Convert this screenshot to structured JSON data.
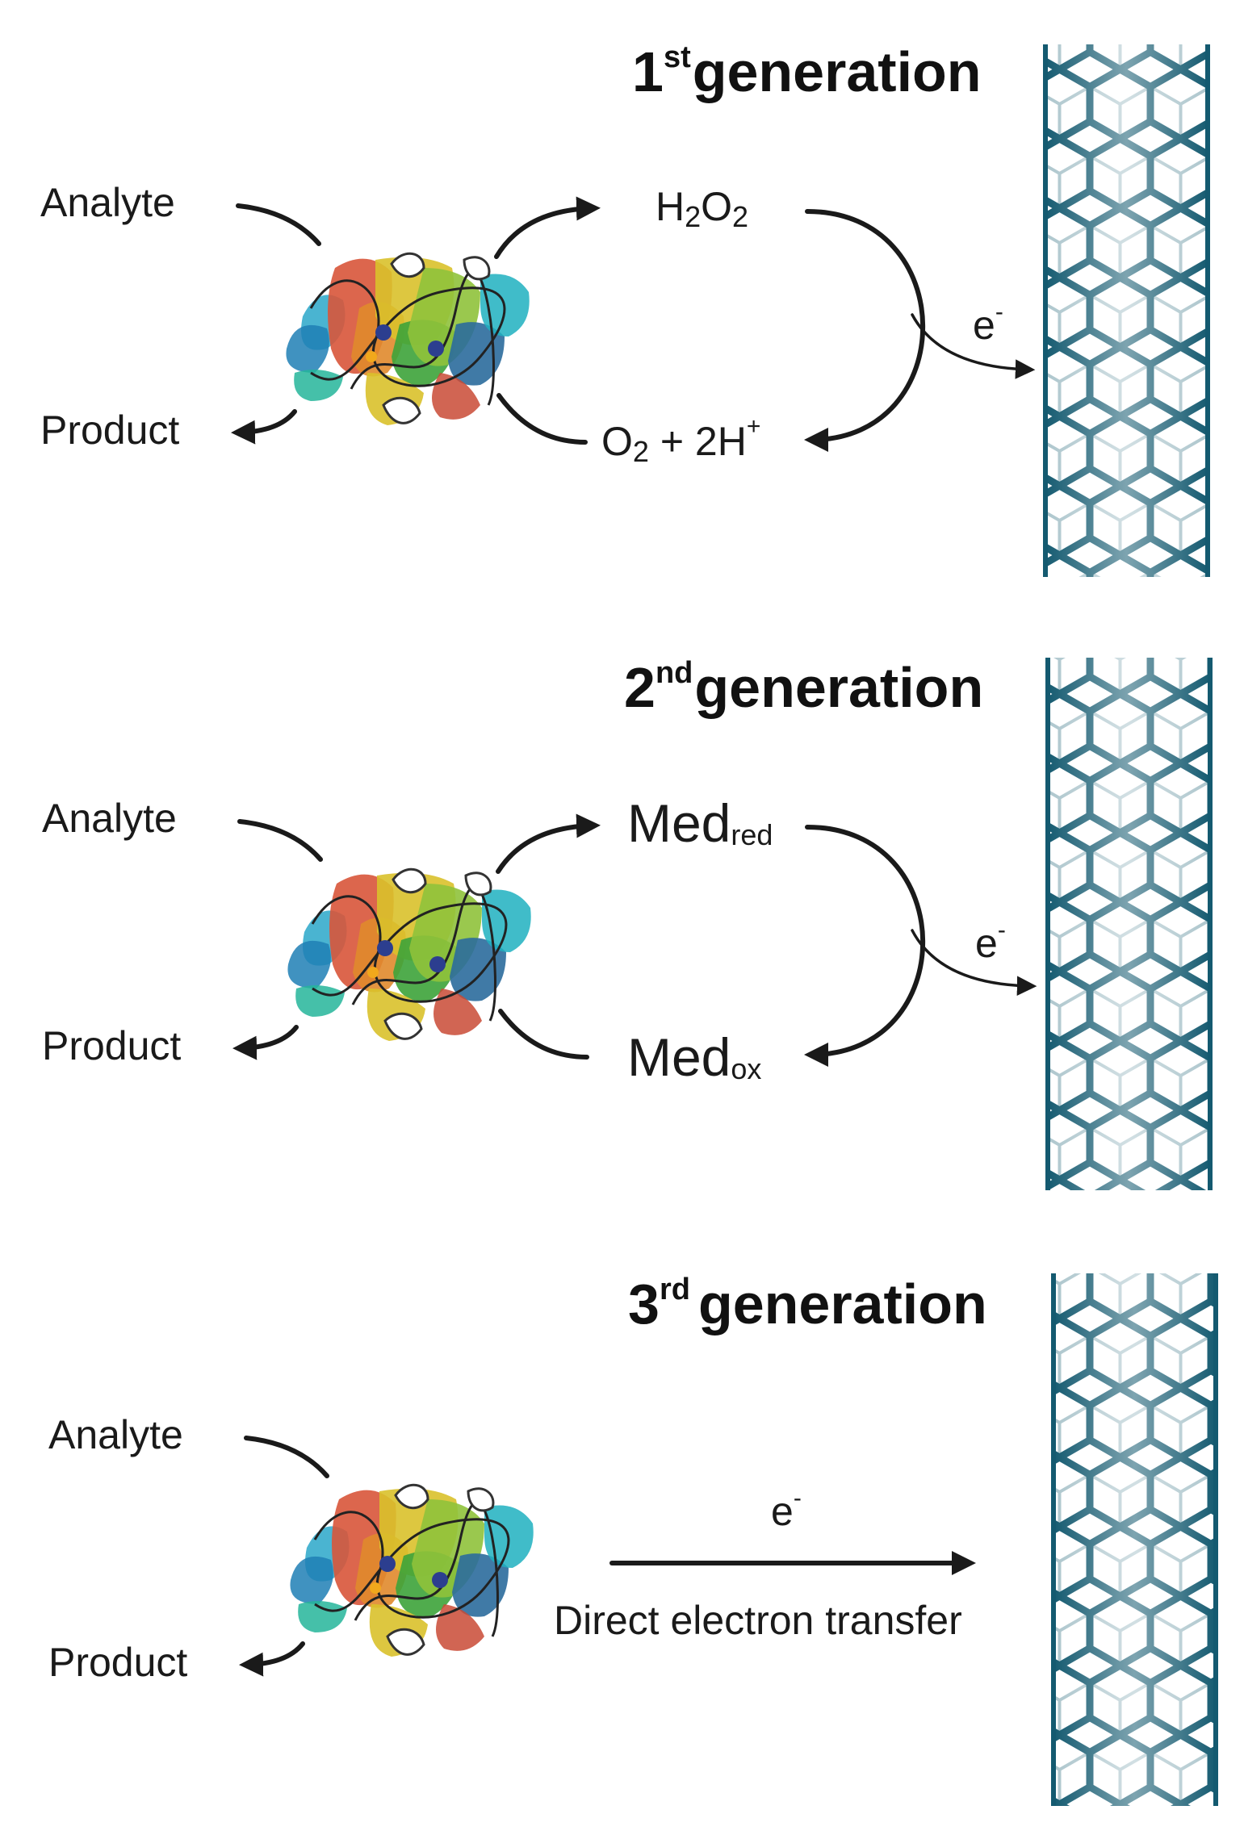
{
  "panels": [
    {
      "title_num": "1",
      "title_sup": "st",
      "title_word": "generation",
      "analyte": "Analyte",
      "product": "Product",
      "upper_main": "H",
      "upper_sub1": "2",
      "upper_mid": "O",
      "upper_sub2": "2",
      "lower_main": "O",
      "lower_sub": "2",
      "lower_rest": " + 2H",
      "lower_sup": "+",
      "electron": "e",
      "electron_sup": "-"
    },
    {
      "title_num": "2",
      "title_sup": "nd",
      "title_word": "generation",
      "analyte": "Analyte",
      "product": "Product",
      "upper_main": "Med",
      "upper_sub": "red",
      "lower_main": "Med",
      "lower_sub": "ox",
      "electron": "e",
      "electron_sup": "-"
    },
    {
      "title_num": "3",
      "title_sup": "rd",
      "title_word": "generation",
      "analyte": "Analyte",
      "product": "Product",
      "electron": "e",
      "electron_sup": "-",
      "transfer_label": "Direct electron transfer"
    }
  ],
  "colors": {
    "nanotube": "#145a70",
    "nanotube_light": "#8fb8c6",
    "arrows": "#1a1a1a"
  },
  "icons": [
    "enzyme-protein-structure",
    "carbon-nanotube"
  ]
}
